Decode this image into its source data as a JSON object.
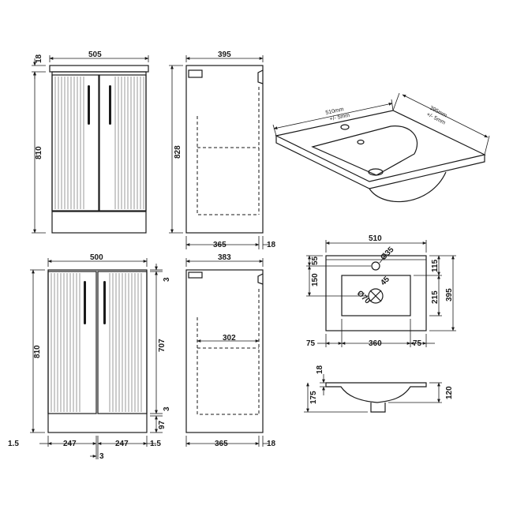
{
  "front_view_top": {
    "width": "505",
    "worktop_thickness": "18",
    "height": "810"
  },
  "side_view_top": {
    "depth": "395",
    "height": "828",
    "inner_depth": "365",
    "back_gap": "18"
  },
  "basin_iso": {
    "width_label": "510mm",
    "width_tolerance": "+/- 5mm",
    "depth_label": "395mm",
    "depth_tolerance": "+/- 5mm"
  },
  "front_view_bottom": {
    "width": "500",
    "height": "810",
    "top_gap": "3",
    "door_height": "707",
    "bottom_gap": "3",
    "plinth": "97",
    "left_gap": "1.5",
    "door_width_left": "247",
    "door_width_right": "247",
    "right_gap": "1.5",
    "center_gap": "3"
  },
  "side_view_bottom": {
    "depth": "383",
    "shelf_depth": "302",
    "inner_depth": "365",
    "back_gap": "18"
  },
  "basin_plan": {
    "width": "510",
    "tap_hole_offset": "55",
    "tap_hole_dia": "Ø35",
    "bowl_offset": "150",
    "waste_dia": "Ø70",
    "waste_pos": "45",
    "top_to_bowl": "115",
    "bowl_depth": "215",
    "total_depth": "395",
    "left_margin": "75",
    "bowl_width": "360",
    "right_margin": "75"
  },
  "basin_section": {
    "rim_thickness": "18",
    "total_height": "175",
    "bowl_height": "120"
  }
}
